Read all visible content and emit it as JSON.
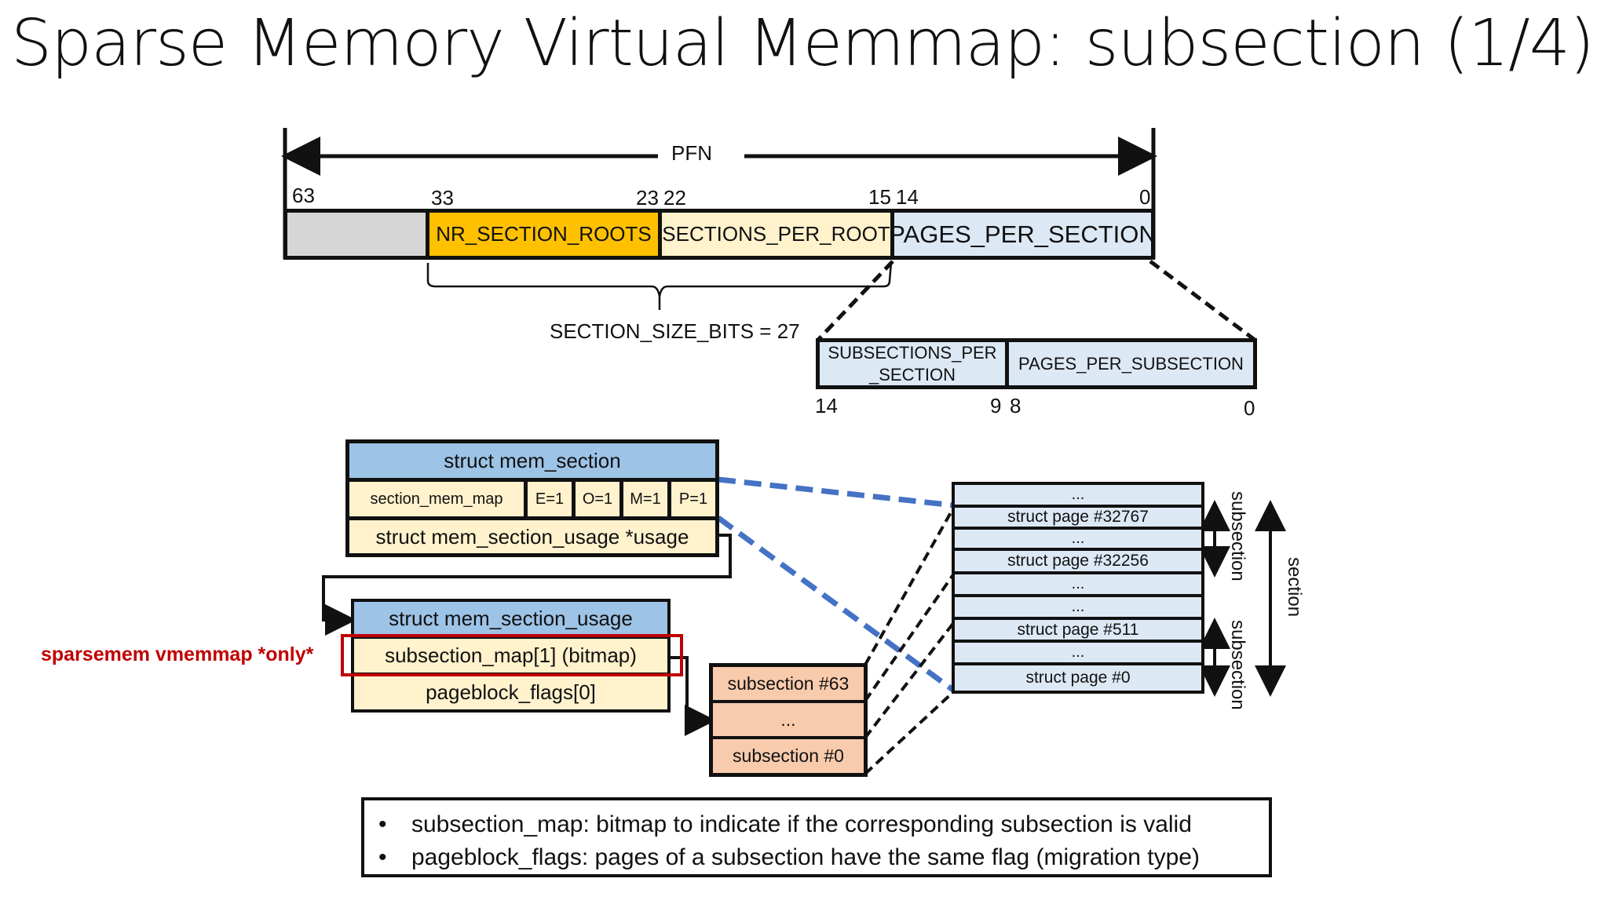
{
  "title": "Sparse Memory Virtual Memmap: subsection (1/4)",
  "pfn": {
    "label": "PFN",
    "bits": {
      "b63": "63",
      "b33": "33",
      "b23": "23",
      "b22": "22",
      "b15": "15",
      "b14": "14",
      "b0": "0"
    },
    "fields": [
      {
        "name": "unused",
        "label": "",
        "color": "#d6d6d6"
      },
      {
        "name": "nr-section-roots",
        "label": "NR_SECTION_ROOTS",
        "color": "#ffc000"
      },
      {
        "name": "sections-per-root",
        "label": "SECTIONS_PER_ROOT",
        "color": "#fff2cc"
      },
      {
        "name": "pages-per-section",
        "label": "PAGES_PER_SECTION",
        "color": "#dde8f5"
      }
    ],
    "section_size_bits": "SECTION_SIZE_BITS = 27"
  },
  "subsection_split": {
    "fields": [
      {
        "label_line1": "SUBSECTIONS_PER",
        "label_line2": "_SECTION"
      },
      {
        "label": "PAGES_PER_SUBSECTION"
      }
    ],
    "bits": {
      "b14": "14",
      "b9": "9",
      "b8": "8",
      "b0": "0"
    }
  },
  "mem_section": {
    "header": "struct mem_section",
    "section_mem_map": "section_mem_map",
    "flags": [
      "E=1",
      "O=1",
      "M=1",
      "P=1"
    ],
    "usage": "struct mem_section_usage *usage"
  },
  "mem_section_usage": {
    "header": "struct mem_section_usage",
    "subsection_map": "subsection_map[1] (bitmap)",
    "pageblock_flags": "pageblock_flags[0]",
    "annotation": "sparsemem vmemmap *only*"
  },
  "subsections": [
    "subsection #63",
    "...",
    "subsection #0"
  ],
  "pages": [
    "...",
    "struct page #32767",
    "...",
    "struct page #32256",
    "...",
    "...",
    "struct page #511",
    "...",
    "struct page #0"
  ],
  "brackets": {
    "subsection_top": "subsection",
    "subsection_bottom": "subsection",
    "section": "section"
  },
  "notes": [
    "subsection_map: bitmap to indicate if the corresponding subsection is valid",
    "pageblock_flags: pages of a subsection have the same flag (migration type)"
  ],
  "colors": {
    "accent_red": "#c00000",
    "link_blue": "#4472c4"
  }
}
